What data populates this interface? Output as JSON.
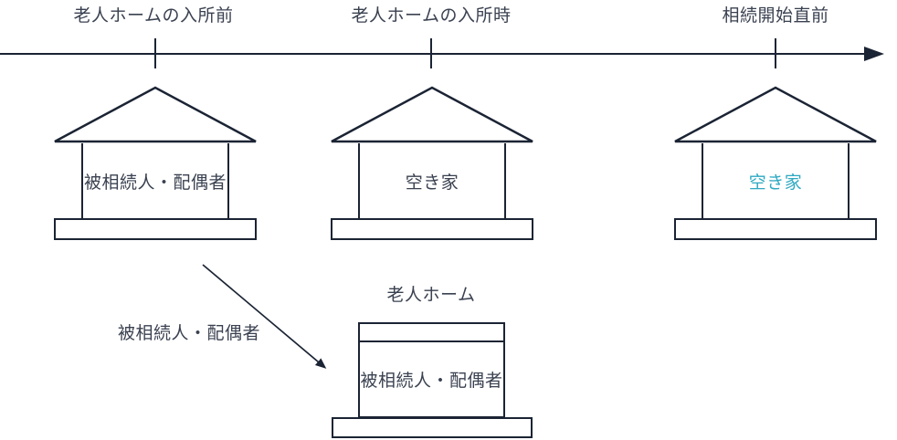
{
  "colors": {
    "line": "#1b2434",
    "text": "#3a4150",
    "vacant_highlight": "#2fa9c2"
  },
  "timeline": {
    "milestones": [
      {
        "label": "老人ホームの入所前"
      },
      {
        "label": "老人ホームの入所時"
      },
      {
        "label": "相続開始直前"
      }
    ]
  },
  "houses": [
    {
      "stage": "before-admission",
      "occupant": "被相続人・配偶者"
    },
    {
      "stage": "at-admission",
      "occupant": "空き家"
    },
    {
      "stage": "pre-inheritance",
      "occupant": "空き家"
    }
  ],
  "relocation": {
    "label": "被相続人・配偶者"
  },
  "nursing_home": {
    "title": "老人ホーム",
    "occupant": "被相続人・配偶者"
  }
}
